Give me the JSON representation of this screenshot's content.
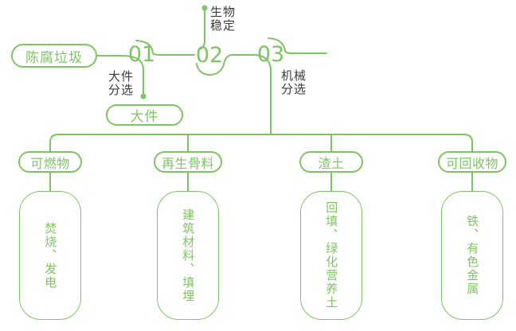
{
  "palette": {
    "green": "#7fc464",
    "dark_text": "#3a3a3a",
    "background": "#ffffff"
  },
  "flow": {
    "source_label": "陈腐垃圾",
    "steps": [
      {
        "number": "01",
        "branch_label": "大件\n分选",
        "branch_node": "大件"
      },
      {
        "number": "02",
        "top_label": "生物\n稳定"
      },
      {
        "number": "03",
        "branch_label": "机械\n分选"
      }
    ]
  },
  "outputs": [
    {
      "header": "可燃物",
      "detail": "焚烧、发电"
    },
    {
      "header": "再生骨料",
      "detail": "建筑材料、填埋"
    },
    {
      "header": "渣土",
      "detail": "回填、绿化营养土"
    },
    {
      "header": "可回收物",
      "detail": "铁、有色金属"
    }
  ]
}
